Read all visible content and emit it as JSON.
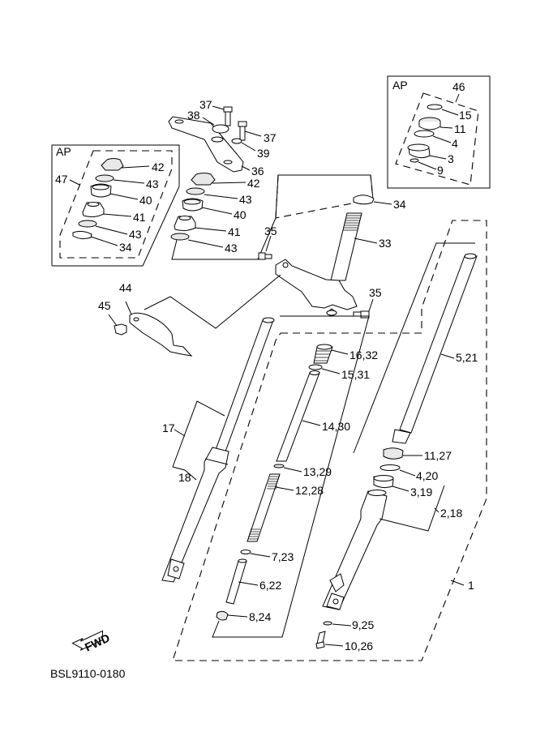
{
  "diagram": {
    "title_code": "BSL9110-0180",
    "fwd_label": "FWD",
    "ap_box_right": {
      "label": "AP",
      "kit_number": "46",
      "items": [
        "15",
        "11",
        "4",
        "3",
        "9"
      ]
    },
    "ap_box_left": {
      "label": "AP",
      "kit_number": "47",
      "items": [
        "42",
        "43",
        "40",
        "41",
        "43",
        "34"
      ]
    },
    "callouts": {
      "c37a": "37",
      "c37b": "37",
      "c38": "38",
      "c39": "39",
      "c36": "36",
      "c42": "42",
      "c43a": "43",
      "c40": "40",
      "c41": "41",
      "c43b": "43",
      "c34": "34",
      "c33": "33",
      "c35a": "35",
      "c35b": "35",
      "c44": "44",
      "c45": "45",
      "c17": "17",
      "c18": "18",
      "c16_32": "16,32",
      "c15_31": "15,31",
      "c14_30": "14,30",
      "c13_29": "13,29",
      "c12_28": "12,28",
      "c7_23": "7,23",
      "c6_22": "6,22",
      "c8_24": "8,24",
      "c5_21": "5,21",
      "c11_27": "11,27",
      "c4_20": "4,20",
      "c3_19": "3,19",
      "c2_18": "2,18",
      "c9_25": "9,25",
      "c10_26": "10,26",
      "c1": "1"
    }
  }
}
